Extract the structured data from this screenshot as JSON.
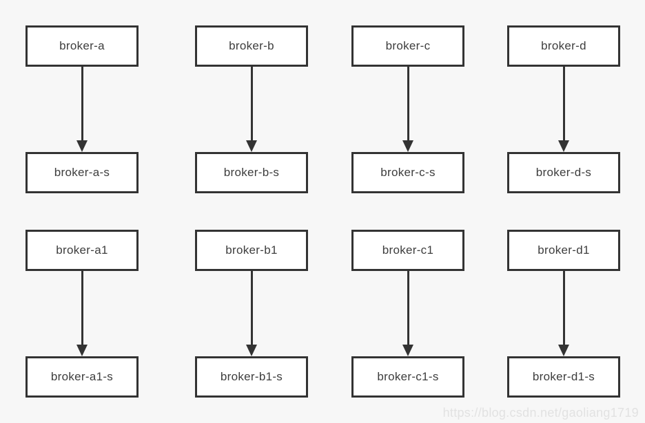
{
  "diagram": {
    "pairs": [
      {
        "master": "broker-a",
        "slave": "broker-a-s"
      },
      {
        "master": "broker-b",
        "slave": "broker-b-s"
      },
      {
        "master": "broker-c",
        "slave": "broker-c-s"
      },
      {
        "master": "broker-d",
        "slave": "broker-d-s"
      },
      {
        "master": "broker-a1",
        "slave": "broker-a1-s"
      },
      {
        "master": "broker-b1",
        "slave": "broker-b1-s"
      },
      {
        "master": "broker-c1",
        "slave": "broker-c1-s"
      },
      {
        "master": "broker-d1",
        "slave": "broker-d1-s"
      }
    ]
  },
  "watermark": {
    "text": "https://blog.csdn.net/gaoliang1719"
  },
  "colors": {
    "background": "#f7f7f7",
    "box_fill": "#ffffff",
    "box_border": "#333333",
    "text": "#3d3d3d",
    "arrow": "#333333",
    "watermark": "#e2e2e2"
  }
}
